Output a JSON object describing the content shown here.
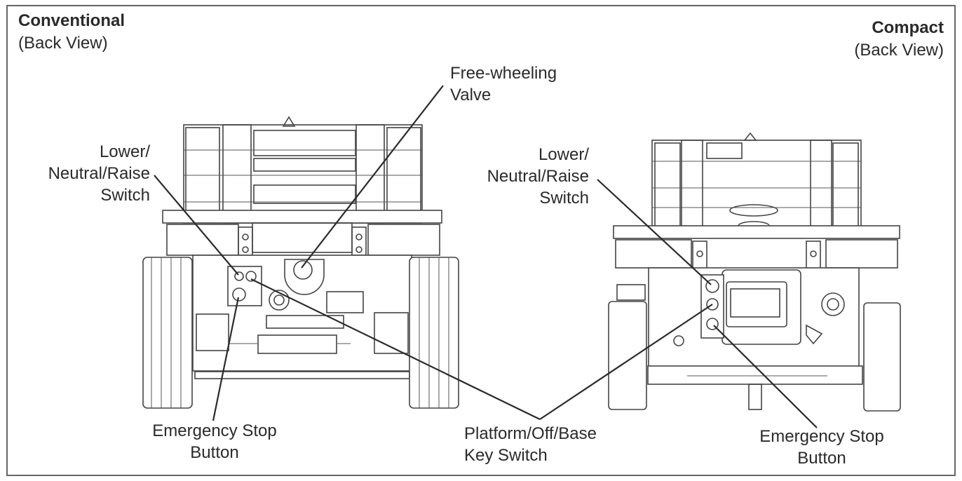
{
  "panels": {
    "conventional": {
      "title": "Conventional",
      "subtitle": "(Back View)"
    },
    "compact": {
      "title": "Compact",
      "subtitle": "(Back View)"
    }
  },
  "callouts": {
    "free_wheeling_valve": [
      "Free-wheeling",
      "Valve"
    ],
    "conv_lower_neutral_raise": [
      "Lower/",
      "Neutral/Raise",
      "Switch"
    ],
    "conv_emergency_stop": [
      "Emergency Stop",
      "Button"
    ],
    "platform_off_base": [
      "Platform/Off/Base",
      "Key Switch"
    ],
    "compact_lower_neutral_raise": [
      "Lower/",
      "Neutral/Raise",
      "Switch"
    ],
    "compact_emergency_stop": [
      "Emergency Stop",
      "Button"
    ]
  },
  "colors": {
    "ink": "#2a2a2a",
    "frame": "#555555",
    "background": "#ffffff"
  }
}
